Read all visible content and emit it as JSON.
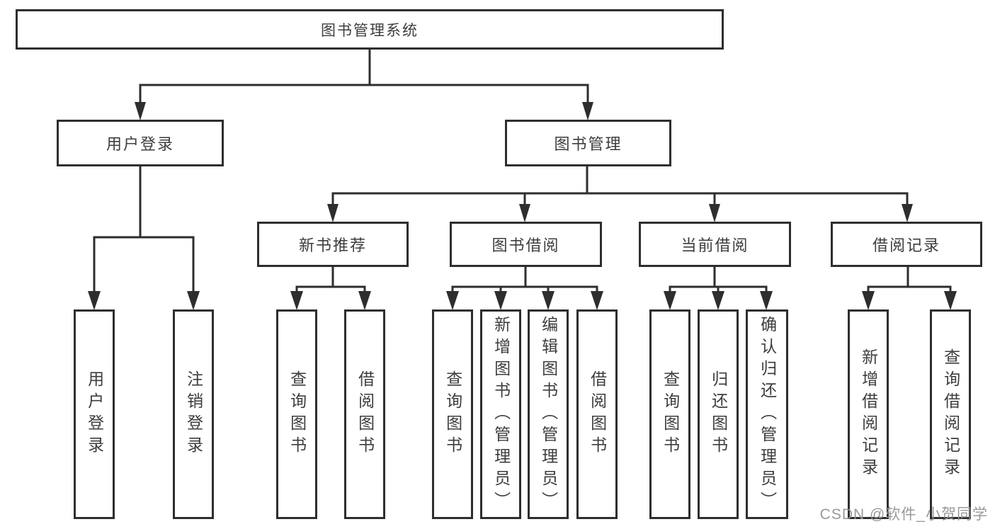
{
  "watermark": "CSDN @软件_小贺同学",
  "diagram": {
    "root": "图书管理系统",
    "user_login": {
      "label": "用户登录",
      "children": {
        "login": "用户登录",
        "logout": "注销登录"
      }
    },
    "book_mgmt": {
      "label": "图书管理",
      "new_books": {
        "label": "新书推荐",
        "children": {
          "query": "查询图书",
          "borrow": "借阅图书"
        }
      },
      "borrowing": {
        "label": "图书借阅",
        "children": {
          "query": "查询图书",
          "add": "新增图书（管理员）",
          "edit": "编辑图书（管理员）",
          "borrow": "借阅图书"
        }
      },
      "current": {
        "label": "当前借阅",
        "children": {
          "query": "查询图书",
          "return": "归还图书",
          "confirm": "确认归还（管理员）"
        }
      },
      "records": {
        "label": "借阅记录",
        "children": {
          "add": "新增借阅记录",
          "query": "查询借阅记录"
        }
      }
    }
  }
}
